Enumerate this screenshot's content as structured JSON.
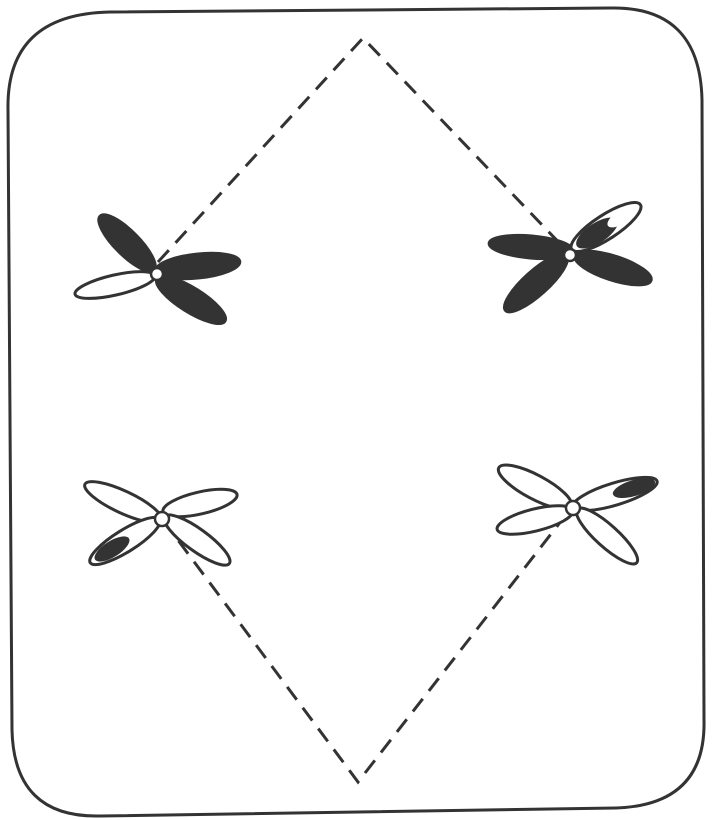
{
  "colors": {
    "ink": "#333333",
    "background": "#ffffff"
  },
  "legend": [],
  "figure": {
    "chromosomes": [
      {
        "name": "upper-left",
        "style": "dark",
        "arms": [
          "dark",
          "dark",
          "dark",
          "light"
        ]
      },
      {
        "name": "upper-right",
        "style": "dark",
        "arms": [
          "light",
          "dark",
          "dark",
          "dark"
        ]
      },
      {
        "name": "lower-left",
        "style": "light",
        "arms": [
          "light",
          "light",
          "light",
          "light-with-dark-tip"
        ]
      },
      {
        "name": "lower-right",
        "style": "light",
        "arms": [
          "light-with-dark-tip",
          "light",
          "light",
          "light"
        ]
      }
    ],
    "connections": [
      {
        "from": "upper-left",
        "to": "upper-right",
        "style": "dashed"
      },
      {
        "from": "lower-left",
        "to": "lower-right",
        "style": "dashed"
      }
    ]
  }
}
